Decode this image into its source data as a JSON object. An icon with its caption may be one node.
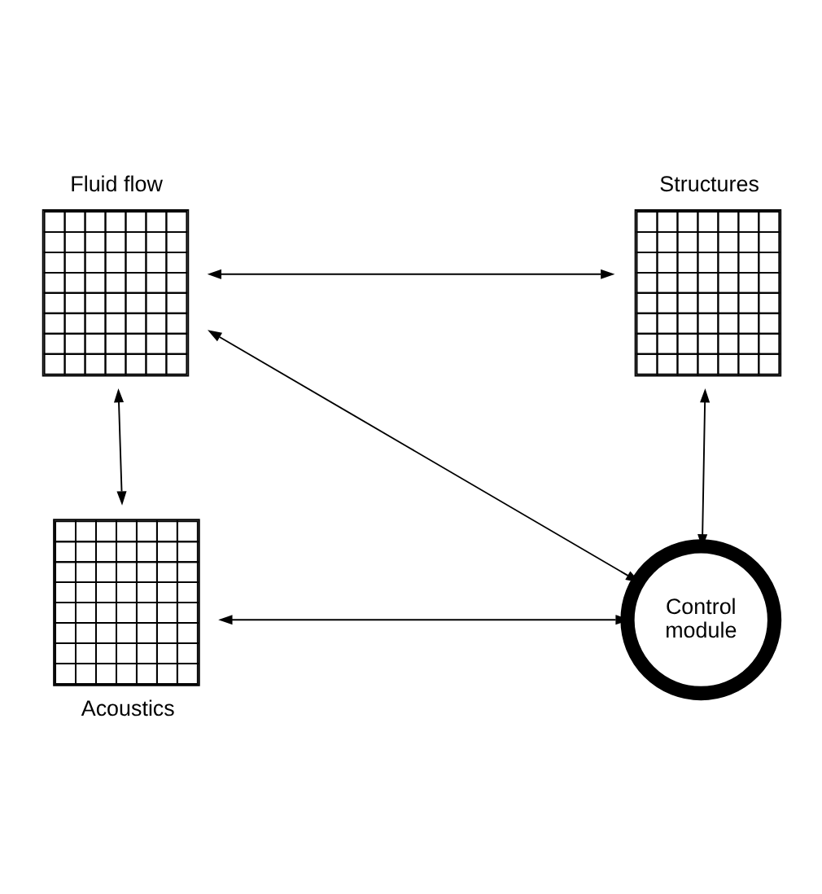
{
  "diagram": {
    "nodes": [
      {
        "text": [
          "Fluid flow"
        ]
      },
      {
        "text": [
          "Structures"
        ]
      },
      {
        "text": [
          "Acoustics"
        ]
      },
      {
        "text": [
          "Control module"
        ]
      }
    ],
    "edges": [
      {
        "from": 0,
        "to": 1,
        "arrow": "both"
      },
      {
        "from": 0,
        "to": 2,
        "arrow": "both"
      },
      {
        "from": 0,
        "to": 3,
        "arrow": "both"
      },
      {
        "from": 1,
        "to": 3,
        "arrow": "both"
      },
      {
        "from": 2,
        "to": 3,
        "arrow": "both"
      }
    ]
  }
}
